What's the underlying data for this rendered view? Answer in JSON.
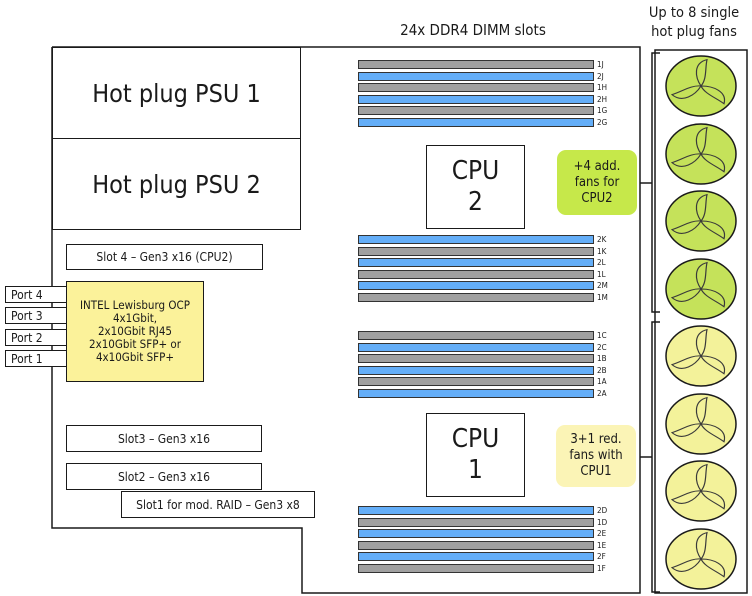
{
  "header": {
    "dimm_title": "24x DDR4 DIMM slots",
    "fans_title_line1": "Up to 8 single",
    "fans_title_line2": "hot plug fans"
  },
  "psus": [
    "Hot plug PSU 1",
    "Hot plug PSU 2"
  ],
  "cpus": [
    {
      "line1": "CPU",
      "line2": "2"
    },
    {
      "line1": "CPU",
      "line2": "1"
    }
  ],
  "slots": {
    "slot4": "Slot 4 – Gen3 x16 (CPU2)",
    "slot3": "Slot3 – Gen3 x16",
    "slot2": "Slot2 – Gen3 x16",
    "slot1": "Slot1 for mod. RAID – Gen3 x8"
  },
  "ports": [
    "Port 4",
    "Port 3",
    "Port 2",
    "Port 1"
  ],
  "ocp": {
    "line1": "INTEL Lewisburg OCP",
    "line2": "4x1Gbit,",
    "line3": "2x10Gbit RJ45",
    "line4": "2x10Gbit SFP+ or",
    "line5": "4x10Gbit SFP+"
  },
  "notes": {
    "cpu2_fans": {
      "line1": "+4 add.",
      "line2": "fans for",
      "line3": "CPU2",
      "color": "#c6e84a"
    },
    "cpu1_fans": {
      "line1": "3+1 red.",
      "line2": "fans with",
      "line3": "CPU1",
      "color": "#fbf4b6"
    }
  },
  "dimm_groups": [
    [
      "1J",
      "2J",
      "1H",
      "2H",
      "1G",
      "2G"
    ],
    [
      "2K",
      "1K",
      "2L",
      "1L",
      "2M",
      "1M"
    ],
    [
      "1C",
      "2C",
      "1B",
      "2B",
      "1A",
      "2A"
    ],
    [
      "2D",
      "1D",
      "2E",
      "1E",
      "2F",
      "1F"
    ]
  ],
  "colors": {
    "dimm_gray": "#a0a0a0",
    "dimm_blue": "#64aef8",
    "fan_cpu2": "#c5e25a",
    "fan_cpu1": "#f3f29a"
  },
  "fans": [
    "cpu2",
    "cpu2",
    "cpu2",
    "cpu2",
    "cpu1",
    "cpu1",
    "cpu1",
    "cpu1"
  ]
}
